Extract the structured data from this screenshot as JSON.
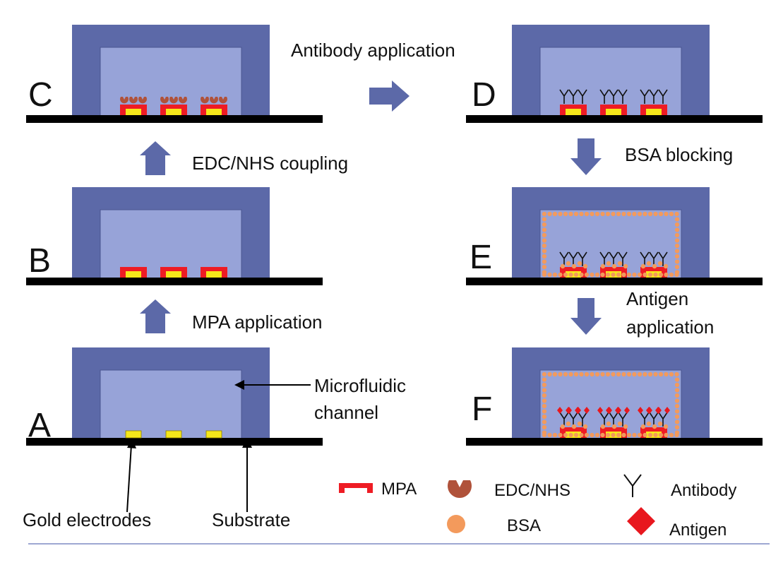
{
  "panels": {
    "a": {
      "letter": "A"
    },
    "b": {
      "letter": "B"
    },
    "c": {
      "letter": "C"
    },
    "d": {
      "letter": "D"
    },
    "e": {
      "letter": "E"
    },
    "f": {
      "letter": "F"
    }
  },
  "steps": {
    "a_to_b": "MPA application",
    "b_to_c": "EDC/NHS coupling",
    "c_to_d": "Antibody application",
    "d_to_e": "BSA blocking",
    "e_to_f_line1": "Antigen",
    "e_to_f_line2": "application"
  },
  "callouts": {
    "channel_line1": "Microfluidic",
    "channel_line2": "channel",
    "electrodes": "Gold electrodes",
    "substrate": "Substrate"
  },
  "legend": {
    "mpa": "MPA",
    "edc_nhs": "EDC/NHS",
    "antibody": "Antibody",
    "bsa": "BSA",
    "antigen": "Antigen"
  },
  "colors": {
    "housing": "#5c69a8",
    "channel": "#97a3d8",
    "mpa": "#ee1c24",
    "gold": "#f5e71a",
    "edc_nhs": "#b0523a",
    "bsa": "#f39a5c",
    "antigen": "#e8171e",
    "substrate": "#000000"
  }
}
